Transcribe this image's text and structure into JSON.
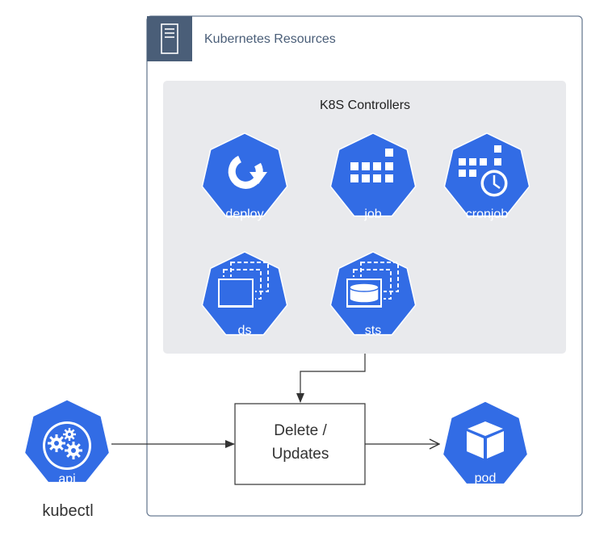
{
  "group": {
    "title": "Kubernetes Resources"
  },
  "controllers": {
    "title": "K8S Controllers",
    "items": [
      {
        "id": "deploy",
        "label": "deploy"
      },
      {
        "id": "job",
        "label": "job"
      },
      {
        "id": "cronjob",
        "label": "cronjob"
      },
      {
        "id": "ds",
        "label": "ds"
      },
      {
        "id": "sts",
        "label": "sts"
      }
    ]
  },
  "process": {
    "label_line1": "Delete /",
    "label_line2": "Updates"
  },
  "api": {
    "icon_label": "api",
    "caption": "kubectl"
  },
  "pod": {
    "label": "pod"
  },
  "colors": {
    "k8s_blue": "#326ce5",
    "group_header": "#4a5e78",
    "group_border": "#6b7c93",
    "controllers_bg": "#e9eaed",
    "line": "#333333"
  },
  "icons": [
    "server-icon",
    "deploy-icon",
    "job-icon",
    "cronjob-icon",
    "ds-icon",
    "sts-icon",
    "api-icon",
    "pod-icon"
  ]
}
